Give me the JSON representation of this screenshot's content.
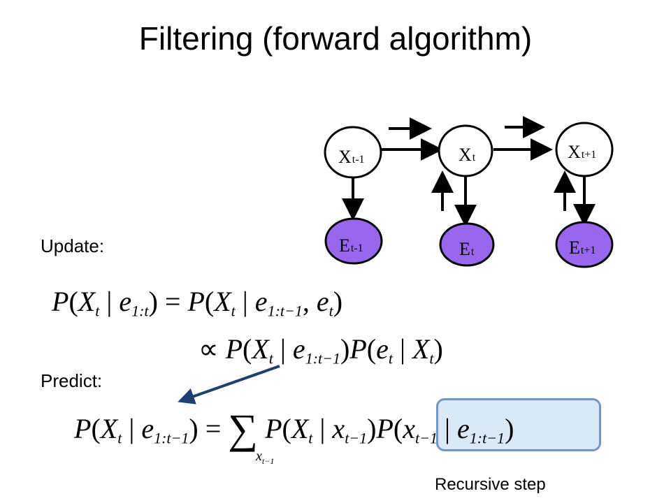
{
  "title": "Filtering (forward algorithm)",
  "nodes": {
    "hidden": [
      {
        "main": "X",
        "sub": "t-1"
      },
      {
        "main": "X",
        "sub": "t"
      },
      {
        "main": "X",
        "sub": "t+1"
      }
    ],
    "evidence": [
      {
        "main": "E",
        "sub": "t-1"
      },
      {
        "main": "E",
        "sub": "t"
      },
      {
        "main": "E",
        "sub": "t+1"
      }
    ]
  },
  "labels": {
    "update": "Update:",
    "predict": "Predict:",
    "recursive": "Recursive step"
  },
  "colors": {
    "evidence_fill": "#9966ee",
    "highlight_fill": "#dbe9f7",
    "highlight_border": "#6f96c8",
    "arrow_blue": "#1f3f73"
  }
}
